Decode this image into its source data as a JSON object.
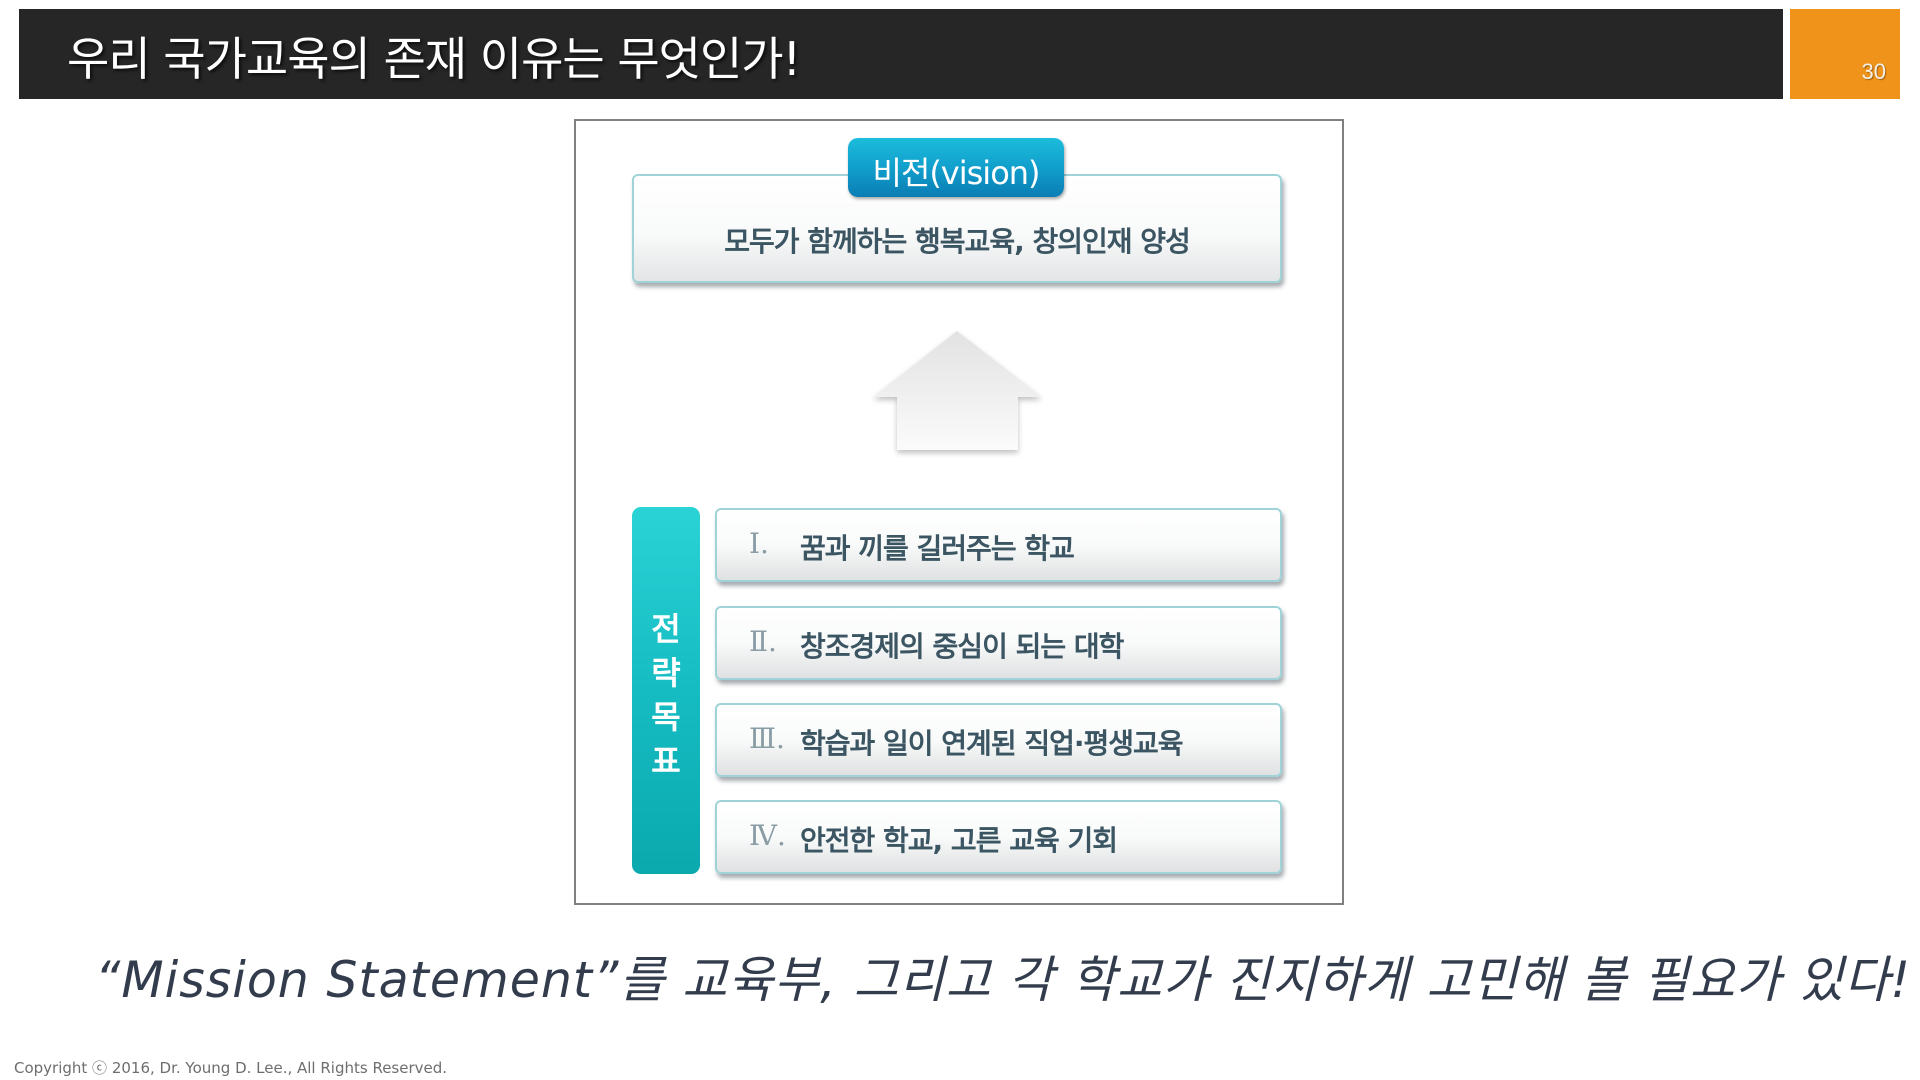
{
  "header": {
    "title": "우리 국가교육의 존재 이유는 무엇인가!",
    "page_number": "30",
    "bar_color": "#262626",
    "page_box_color": "#f0931a"
  },
  "diagram": {
    "vision": {
      "tag": "비전(vision)",
      "statement": "모두가 함께하는 행복교육, 창의인재 양성",
      "tag_color": "#119fcc"
    },
    "arrow_icon": "up-arrow",
    "strategy_label": "전\n략\n목\n표",
    "strategy_label_color": "#15bcc2",
    "goals": [
      {
        "numeral": "Ⅰ.",
        "text": "꿈과 끼를 길러주는 학교"
      },
      {
        "numeral": "Ⅱ.",
        "text": "창조경제의 중심이 되는 대학"
      },
      {
        "numeral": "Ⅲ.",
        "text": "학습과 일이 연계된 직업·평생교육"
      },
      {
        "numeral": "Ⅳ.",
        "text": "안전한 학교, 고른 교육 기회"
      }
    ]
  },
  "mission_statement": "“Mission Statement”를 교육부, 그리고 각 학교가 진지하게 고민해 볼 필요가 있다!",
  "footer": {
    "copyright": "Copyright ⓒ 2016, Dr. Young D. Lee., All Rights Reserved."
  }
}
